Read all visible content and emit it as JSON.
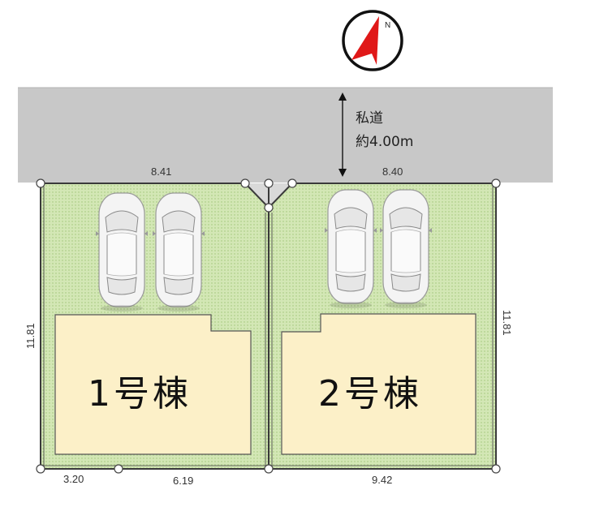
{
  "road": {
    "name": "私道",
    "width": "約4.00m"
  },
  "compass": {
    "label": "N"
  },
  "buildings": [
    {
      "label": "1号棟"
    },
    {
      "label": "2号棟"
    }
  ],
  "dimensions": {
    "top_left": "8.41",
    "top_right": "8.40",
    "left_side": "11.81",
    "right_side": "11.81",
    "bottom_a": "3.20",
    "bottom_b": "6.19",
    "bottom_c": "9.42"
  },
  "colors": {
    "road": "#c8c8c8",
    "lot": "#d5e8b8",
    "building": "#fcf0c8",
    "boundary": "#3a3a3a",
    "compass_arrow": "#e01818"
  },
  "cars": [
    {
      "lot": 1,
      "index": 1
    },
    {
      "lot": 1,
      "index": 2
    },
    {
      "lot": 2,
      "index": 1
    },
    {
      "lot": 2,
      "index": 2
    }
  ]
}
